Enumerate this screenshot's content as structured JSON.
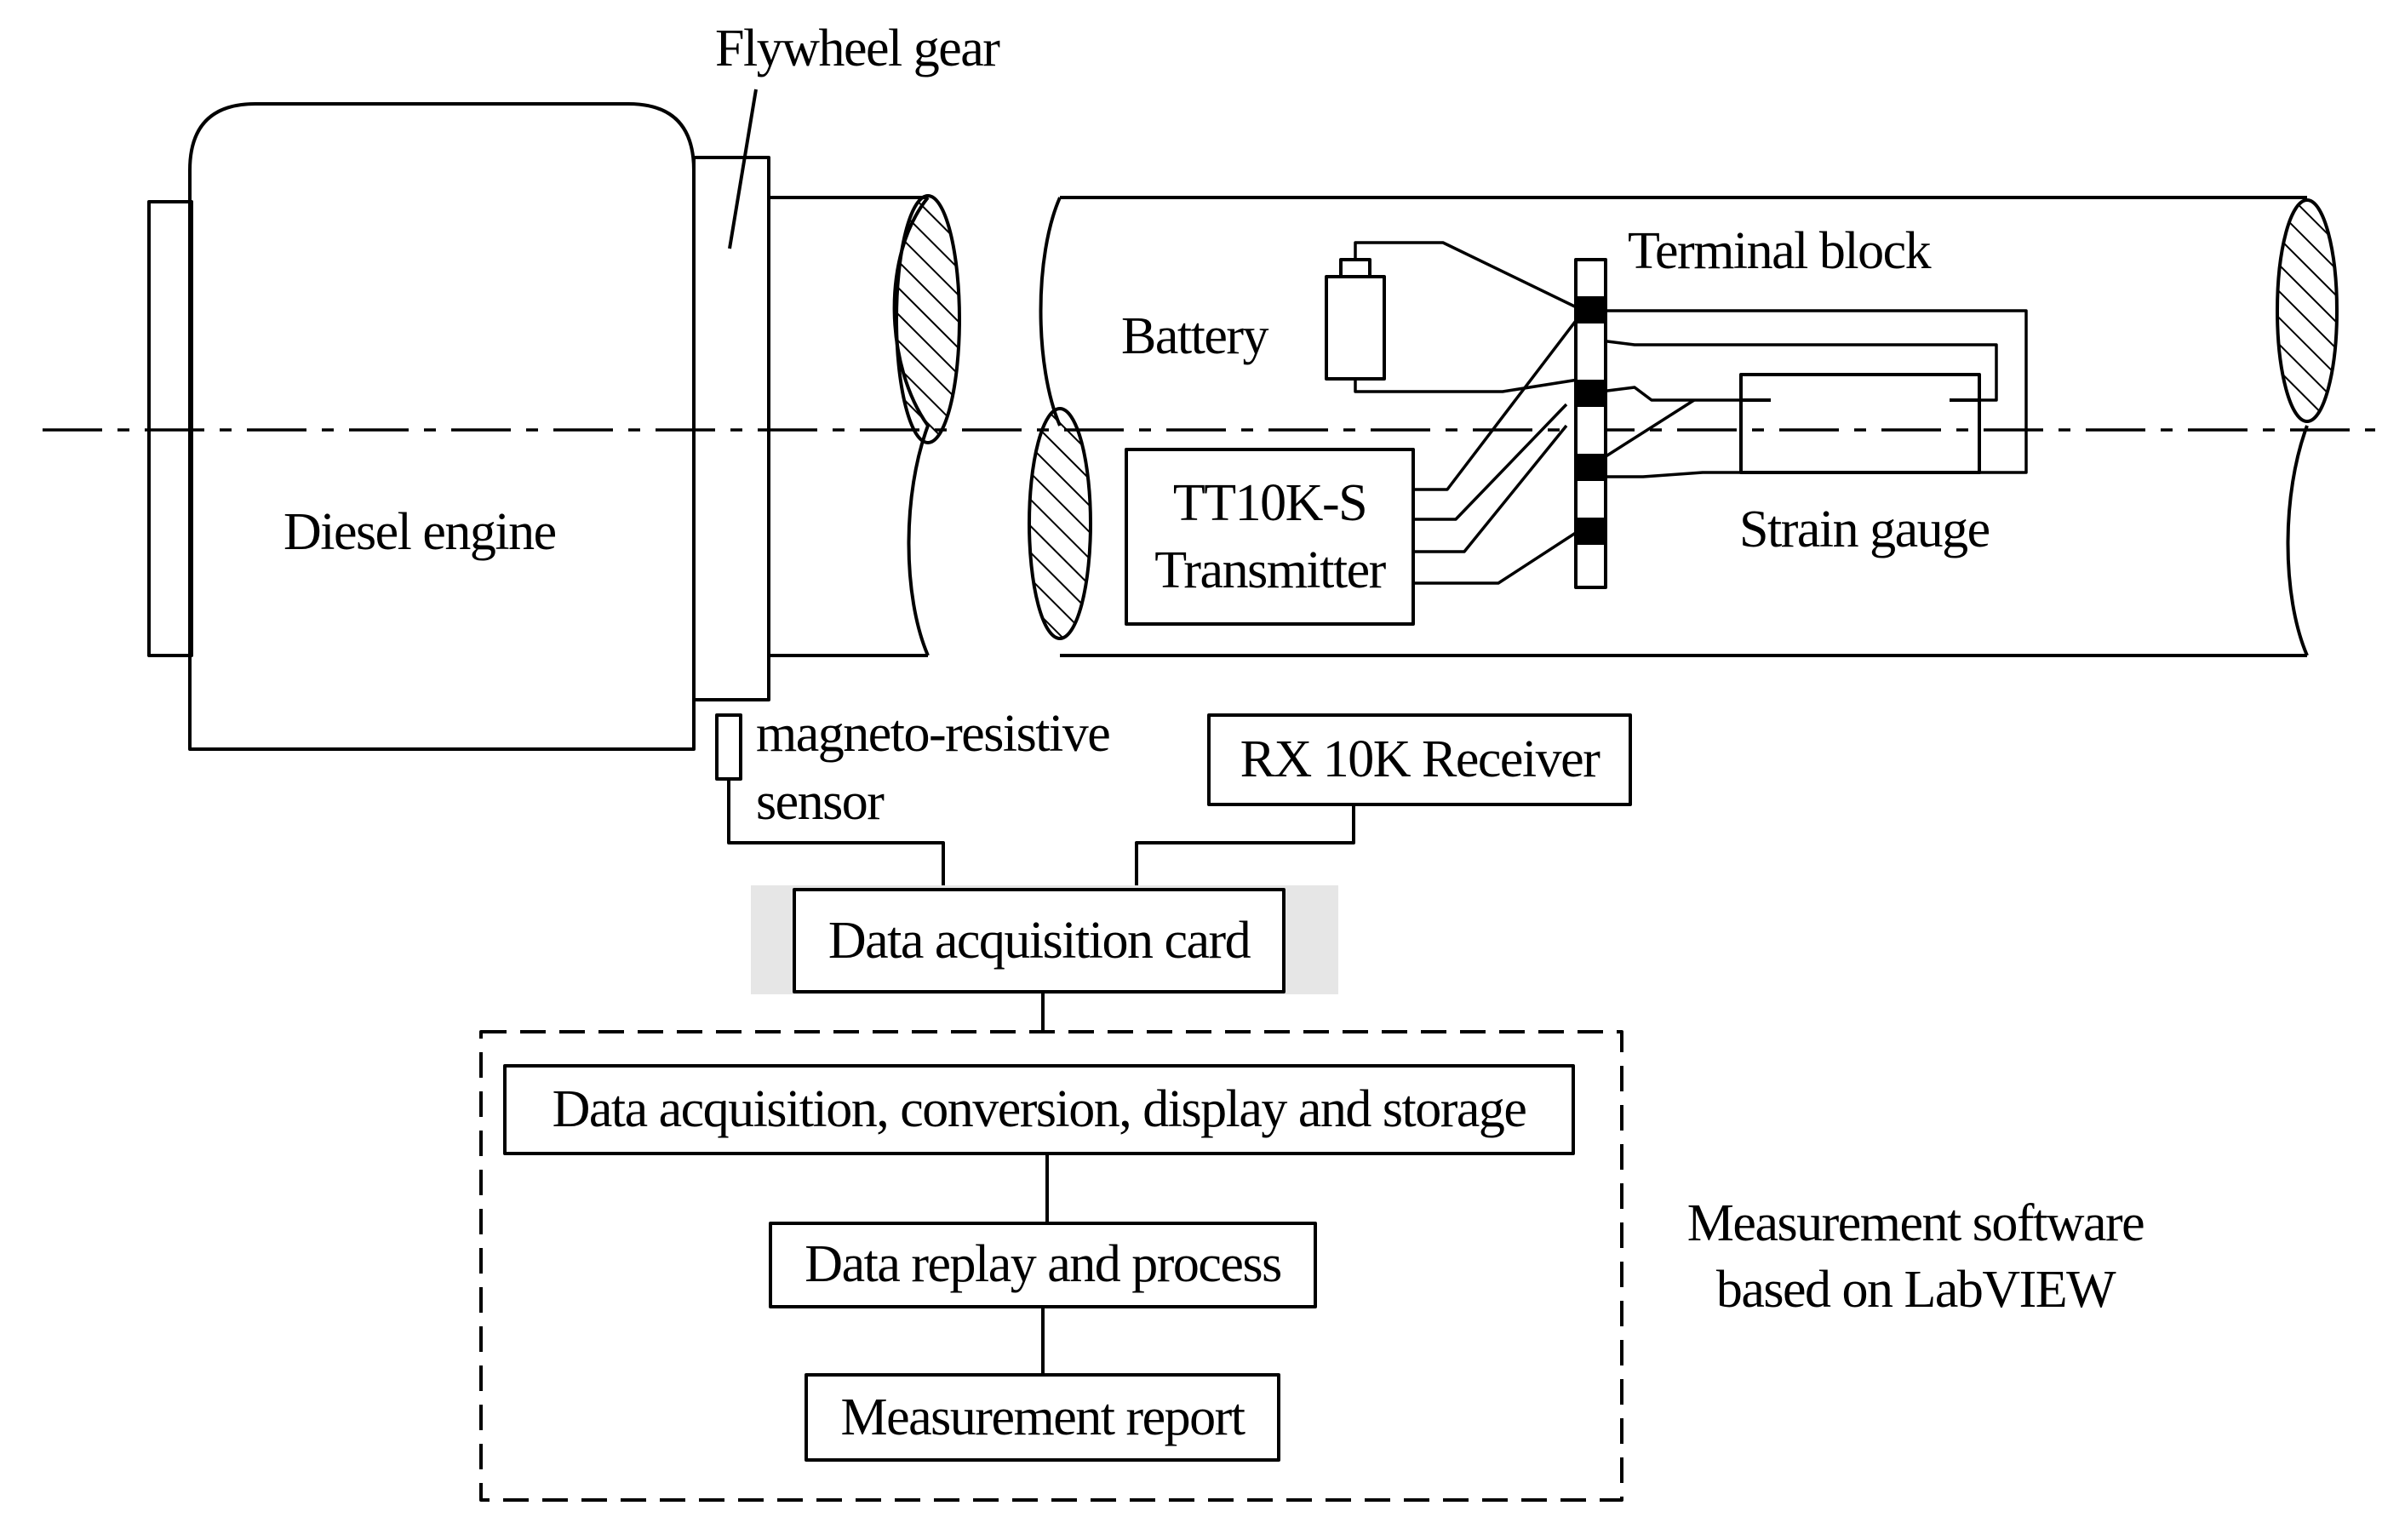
{
  "labels": {
    "flywheel_gear": "Flywheel gear",
    "diesel_engine": "Diesel engine",
    "terminal_block": "Terminal block",
    "battery": "Battery",
    "transmitter_line1": "TT10K-S",
    "transmitter_line2": "Transmitter",
    "strain_gauge": "Strain gauge",
    "sensor_line1": "magneto-resistive",
    "sensor_line2": "sensor",
    "receiver": "RX 10K Receiver",
    "daq_card": "Data acquisition card",
    "software_step1": "Data acquisition, conversion, display and storage",
    "software_step2": "Data replay and process",
    "software_step3": "Measurement report",
    "software_line1": "Measurement software",
    "software_line2": "based on LabVIEW"
  },
  "colors": {
    "line": "#000000",
    "background": "#ffffff",
    "highlight": "#e6e6e6"
  }
}
